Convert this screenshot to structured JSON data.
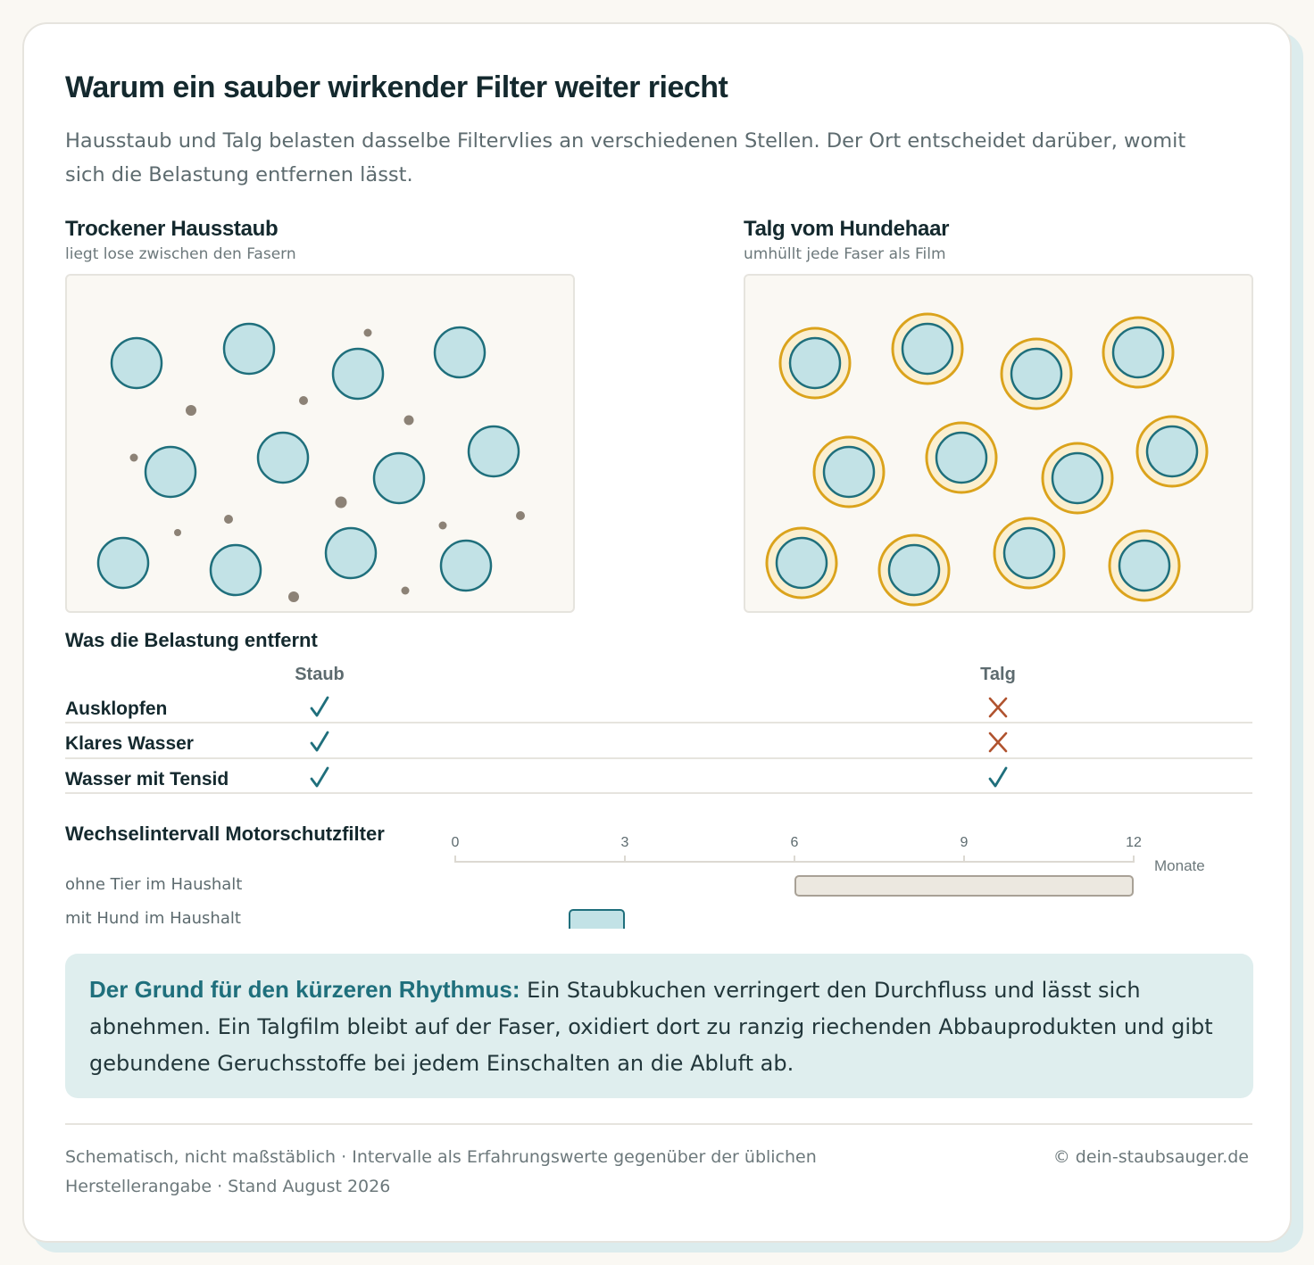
{
  "header": {
    "title": "Warum ein sauber wirkender Filter weiter riecht",
    "lead": "Hausstaub und Talg belasten dasselbe Filtervlies an verschiedenen Stellen. Der Ort entscheidet darüber, womit sich die Belastung entfernen lässt."
  },
  "panels": [
    {
      "title": "Trockener Hausstaub",
      "subtitle": "liegt lose zwischen den Fasern"
    },
    {
      "title": "Talg vom Hundehaar",
      "subtitle": "umhüllt jede Faser als Film"
    }
  ],
  "removal": {
    "title": "Was die Belastung entfernt",
    "columns": [
      "Staub",
      "Talg"
    ],
    "rows": [
      {
        "label": "Ausklopfen",
        "staub": true,
        "talg": false
      },
      {
        "label": "Klares Wasser",
        "staub": true,
        "talg": false
      },
      {
        "label": "Wasser mit Tensid",
        "staub": true,
        "talg": true
      }
    ]
  },
  "interval": {
    "title": "Wechselintervall Motorschutzfilter",
    "ticks": [
      "0",
      "3",
      "6",
      "9",
      "12"
    ],
    "unit": "Monate",
    "range_months": [
      0,
      12
    ],
    "bars": [
      {
        "label": "ohne Tier im Haushalt",
        "start": 6,
        "end": 12
      },
      {
        "label": "mit Hund im Haushalt",
        "start": 2,
        "end": 3
      }
    ]
  },
  "callout": {
    "lead_in": "Der Grund für den kürzeren Rhythmus:",
    "text": "Ein Staubkuchen verringert den Durchfluss und lässt sich abnehmen. Ein Talgfilm bleibt auf der Faser, oxidiert dort zu ranzig riechenden Abbauprodukten und gibt gebundene Geruchsstoffe bei jedem Einschalten an die Abluft ab."
  },
  "footer": {
    "note": "Schematisch, nicht maßstäblich · Intervalle als Erfahrungswerte gegenüber der üblichen Herstellerangabe · Stand August 2026",
    "copyright": "© dein-staubsauger.de"
  },
  "colors": {
    "fiber_fill": "#c2e2e6",
    "fiber_stroke": "#1f6f7c",
    "dust": "#8c8276",
    "sebum_fill": "#fbefd0",
    "sebum_stroke": "#dba31c",
    "check": "#1f6f7c",
    "cross": "#b0532f",
    "bar_neutral": "#ece8e0",
    "bar_dog": "#c2e2e6"
  },
  "icons": {
    "yes": "check-icon",
    "no": "cross-icon"
  }
}
